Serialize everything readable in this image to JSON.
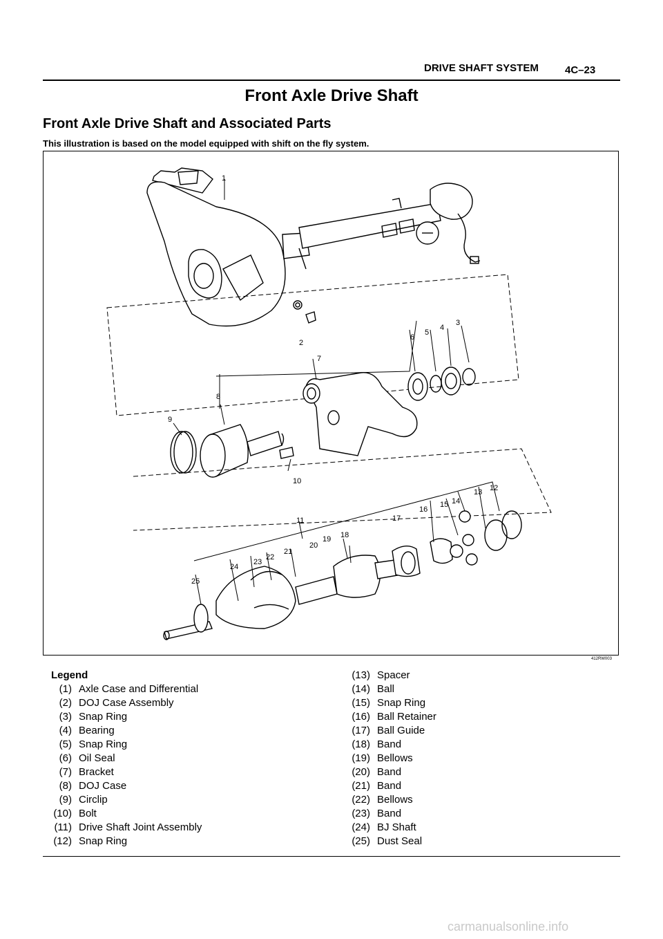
{
  "header": {
    "section": "DRIVE SHAFT SYSTEM",
    "page": "4C–23"
  },
  "title": "Front Axle Drive Shaft",
  "subtitle": "Front Axle Drive Shaft and Associated Parts",
  "note": "This illustration is based on the model equipped with shift on the fly system.",
  "figure": {
    "code": "412RW003",
    "callouts": [
      "1",
      "2",
      "3",
      "4",
      "5",
      "6",
      "7",
      "8",
      "9",
      "10",
      "11",
      "12",
      "13",
      "14",
      "15",
      "16",
      "17",
      "18",
      "19",
      "20",
      "21",
      "22",
      "23",
      "24",
      "25"
    ]
  },
  "legend": {
    "title": "Legend",
    "left": [
      {
        "num": "(1)",
        "label": "Axle Case and  Differential"
      },
      {
        "num": "(2)",
        "label": "DOJ Case Assembly"
      },
      {
        "num": "(3)",
        "label": "Snap Ring"
      },
      {
        "num": "(4)",
        "label": "Bearing"
      },
      {
        "num": "(5)",
        "label": "Snap Ring"
      },
      {
        "num": "(6)",
        "label": "Oil Seal"
      },
      {
        "num": "(7)",
        "label": "Bracket"
      },
      {
        "num": "(8)",
        "label": "DOJ Case"
      },
      {
        "num": "(9)",
        "label": "Circlip"
      },
      {
        "num": "(10)",
        "label": "Bolt"
      },
      {
        "num": "(11)",
        "label": "Drive Shaft Joint Assembly"
      },
      {
        "num": "(12)",
        "label": "Snap Ring"
      }
    ],
    "right": [
      {
        "num": "(13)",
        "label": "Spacer"
      },
      {
        "num": "(14)",
        "label": "Ball"
      },
      {
        "num": "(15)",
        "label": "Snap Ring"
      },
      {
        "num": "(16)",
        "label": "Ball Retainer"
      },
      {
        "num": "(17)",
        "label": "Ball Guide"
      },
      {
        "num": "(18)",
        "label": "Band"
      },
      {
        "num": "(19)",
        "label": "Bellows"
      },
      {
        "num": "(20)",
        "label": "Band"
      },
      {
        "num": "(21)",
        "label": "Band"
      },
      {
        "num": "(22)",
        "label": "Bellows"
      },
      {
        "num": "(23)",
        "label": "Band"
      },
      {
        "num": "(24)",
        "label": "BJ Shaft"
      },
      {
        "num": "(25)",
        "label": "Dust Seal"
      }
    ]
  },
  "watermark": "carmanualsonline.info"
}
